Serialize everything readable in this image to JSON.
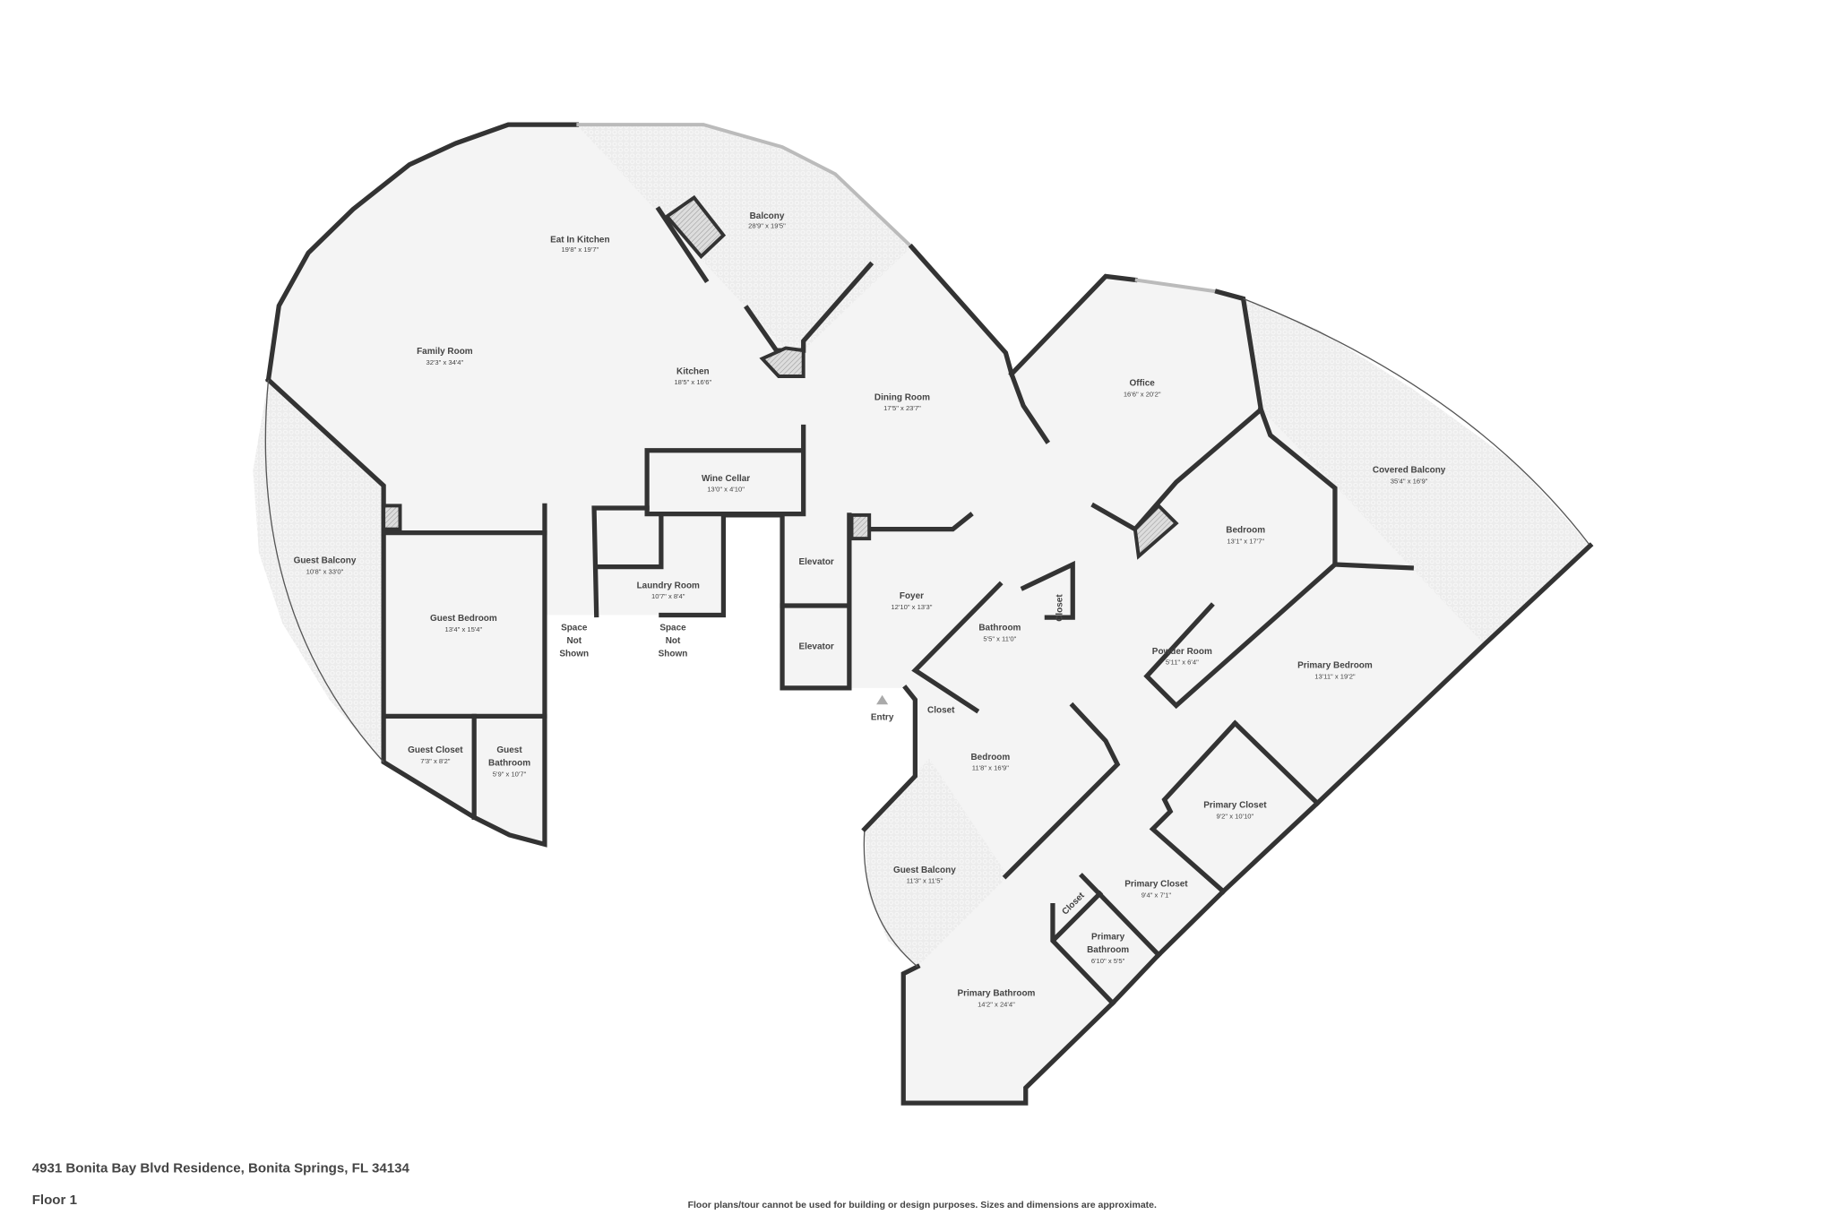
{
  "plan": {
    "address": "4931 Bonita Bay Blvd Residence, Bonita Springs, FL 34134",
    "floor": "Floor 1",
    "disclaimer": "Floor plans/tour cannot be used for building or design purposes. Sizes and dimensions are approximate.",
    "entry_label": "Entry",
    "colors": {
      "wall": "#333333",
      "floor": "#f4f4f4",
      "balcony": "#e8e8e8",
      "text": "#444444"
    }
  },
  "rooms": [
    {
      "name": "Balcony",
      "dims": "28'9\" x 19'5\""
    },
    {
      "name": "Eat In Kitchen",
      "dims": "19'8\" x 19'7\""
    },
    {
      "name": "Family Room",
      "dims": "32'3\" x 34'4\""
    },
    {
      "name": "Kitchen",
      "dims": "18'5\" x 16'6\""
    },
    {
      "name": "Dining Room",
      "dims": "17'5\" x 23'7\""
    },
    {
      "name": "Office",
      "dims": "16'6\" x 20'2\""
    },
    {
      "name": "Covered Balcony",
      "dims": "35'4\" x 16'9\""
    },
    {
      "name": "Wine Cellar",
      "dims": "13'0\" x 4'10\""
    },
    {
      "name": "Guest Balcony",
      "dims": "10'8\" x 33'0\""
    },
    {
      "name": "Bedroom",
      "dims": "13'1\" x 17'7\""
    },
    {
      "name": "Elevator"
    },
    {
      "name": "Elevator"
    },
    {
      "name": "Laundry Room",
      "dims": "10'7\" x 8'4\""
    },
    {
      "name": "Foyer",
      "dims": "12'10\" x 13'3\""
    },
    {
      "name": "Guest Bedroom",
      "dims": "13'4\" x 15'4\""
    },
    {
      "name": "Bathroom",
      "dims": "5'5\" x 11'0\""
    },
    {
      "name": "Closet"
    },
    {
      "name_lines": [
        "Space",
        "Not",
        "Shown"
      ]
    },
    {
      "name_lines": [
        "Space",
        "Not",
        "Shown"
      ]
    },
    {
      "name": "Powder Room",
      "dims": "5'11\" x 6'4\""
    },
    {
      "name": "Primary Bedroom",
      "dims": "13'11\" x 19'2\""
    },
    {
      "name": "Closet"
    },
    {
      "name": "Guest Closet",
      "dims": "7'3\" x 8'2\""
    },
    {
      "name_lines": [
        "Guest",
        "Bathroom"
      ],
      "dims": "5'9\" x 10'7\""
    },
    {
      "name": "Bedroom",
      "dims": "11'8\" x 16'9\""
    },
    {
      "name": "Primary Closet",
      "dims": "9'2\" x 10'10\""
    },
    {
      "name": "Guest Balcony",
      "dims": "11'3\" x 11'5\""
    },
    {
      "name": "Primary Closet",
      "dims": "9'4\" x 7'1\""
    },
    {
      "name": "Closet"
    },
    {
      "name_lines": [
        "Primary",
        "Bathroom"
      ],
      "dims": "6'10\" x 5'5\""
    },
    {
      "name": "Primary Bathroom",
      "dims": "14'2\" x 24'4\""
    }
  ]
}
